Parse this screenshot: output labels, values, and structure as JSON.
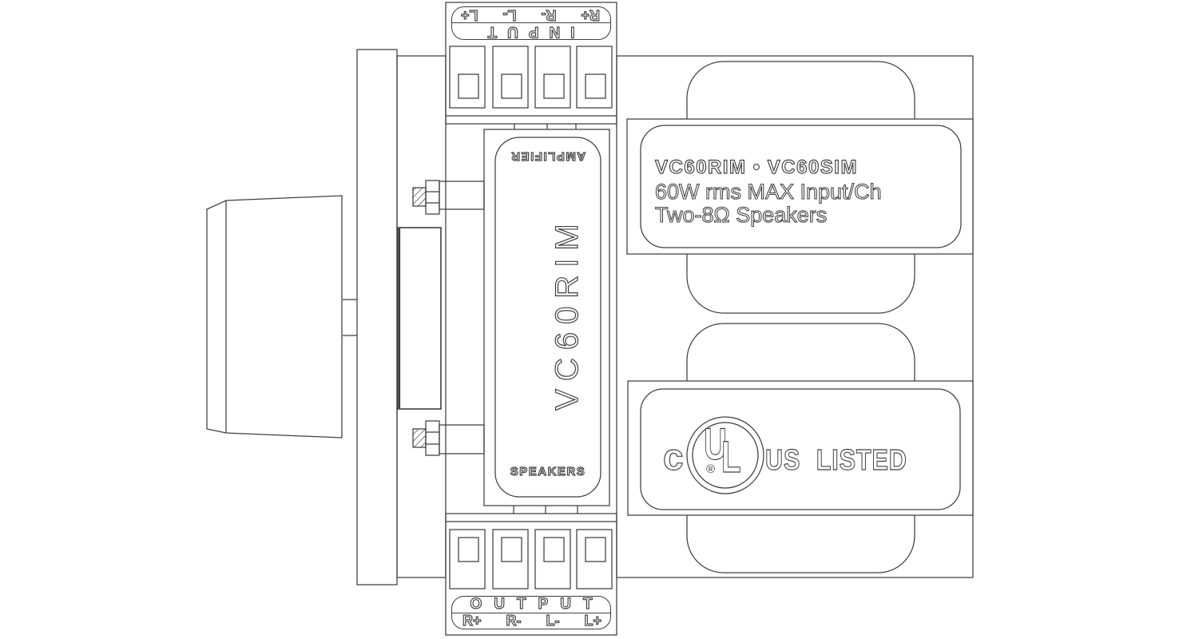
{
  "colors": {
    "line": "#3f3f3f",
    "background": "#ffffff"
  },
  "module": {
    "model_vertical": "VC60RIM",
    "top_label": "AMPLIFIER",
    "bottom_label": "SPEAKERS"
  },
  "input_block": {
    "label": "INPUT",
    "terminals": [
      "R+",
      "R-",
      "L-",
      "L+"
    ]
  },
  "output_block": {
    "label": "OUTPUT",
    "terminals": [
      "R+",
      "R-",
      "L-",
      "L+"
    ]
  },
  "spec_label": {
    "models": "VC60RIM • VC60SIM",
    "power": "60W rms MAX Input/Ch",
    "speakers": "Two-8Ω Speakers"
  },
  "ul_mark": {
    "c": "c",
    "u": "U",
    "l": "L",
    "registered": "®",
    "us_listed": "US LISTED"
  }
}
